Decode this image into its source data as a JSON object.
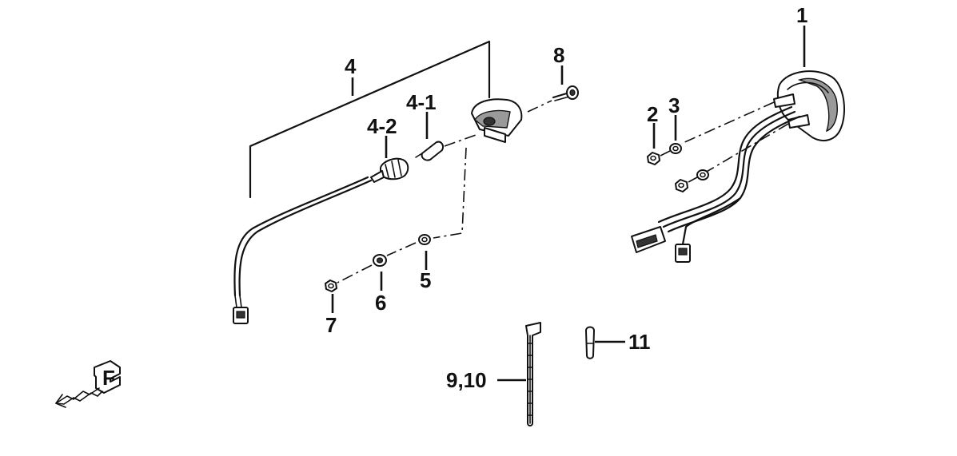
{
  "callouts": {
    "p1": "1",
    "p2": "2",
    "p3": "3",
    "p4": "4",
    "p4_1": "4-1",
    "p4_2": "4-2",
    "p5": "5",
    "p6": "6",
    "p7": "7",
    "p8": "8",
    "p9_10": "9,10",
    "p11": "11"
  },
  "orientation_marker": "F"
}
